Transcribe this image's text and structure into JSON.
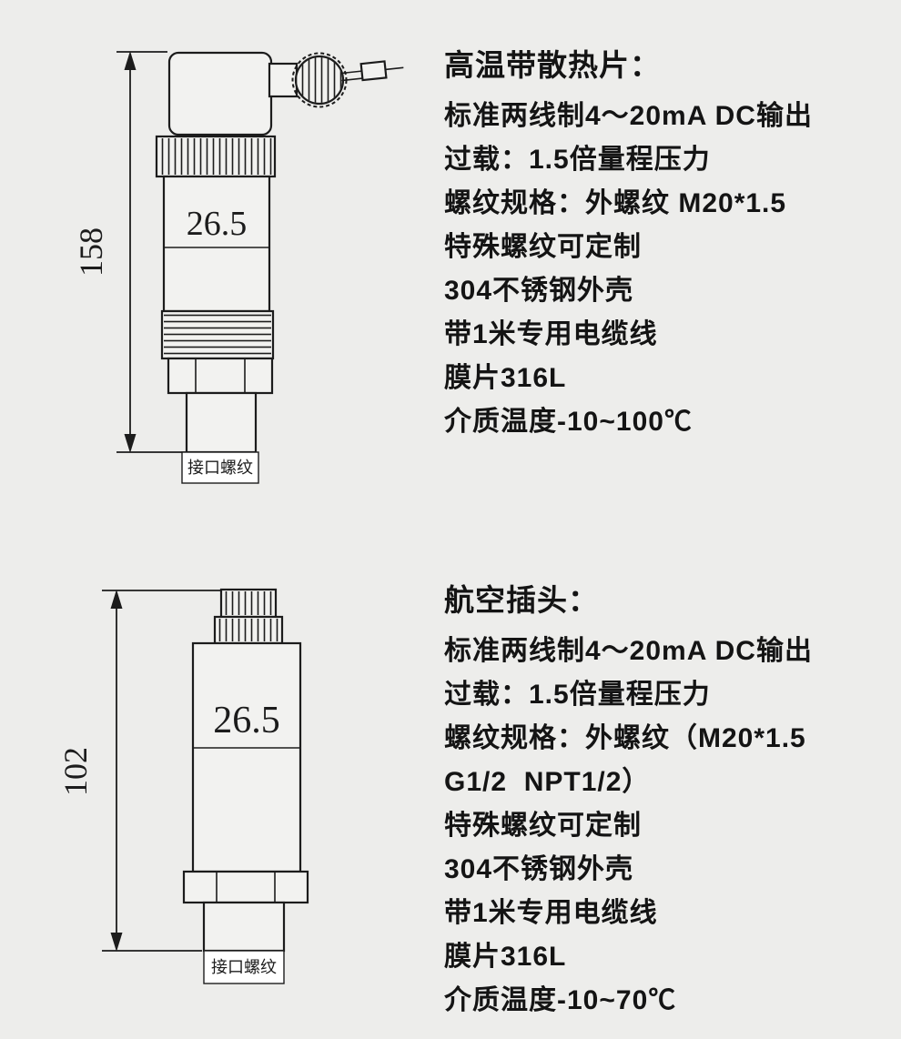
{
  "diagram_top": {
    "dimension_label": "158",
    "body_width_label": "26.5",
    "port_label": "接口螺纹"
  },
  "diagram_bottom": {
    "dimension_label": "102",
    "body_width_label": "26.5",
    "port_label": "接口螺纹"
  },
  "specs_top": {
    "title": "高温带散热片：",
    "lines": [
      "标准两线制4～20mA DC输出",
      "过载：1.5倍量程压力",
      "螺纹规格：外螺纹 M20*1.5",
      "特殊螺纹可定制",
      "304不锈钢外壳",
      "带1米专用电缆线",
      "膜片316L",
      "介质温度-10~100℃"
    ]
  },
  "specs_bottom": {
    "title": "航空插头：",
    "lines": [
      "标准两线制4～20mA DC输出",
      "过载：1.5倍量程压力",
      "螺纹规格：外螺纹（M20*1.5",
      "G1/2  NPT1/2）",
      "特殊螺纹可定制",
      "304不锈钢外壳",
      "带1米专用电缆线",
      "膜片316L",
      "介质温度-10~70℃"
    ]
  },
  "colors": {
    "background": "#ededeb",
    "line": "#1c1c1c",
    "text": "#141414"
  }
}
